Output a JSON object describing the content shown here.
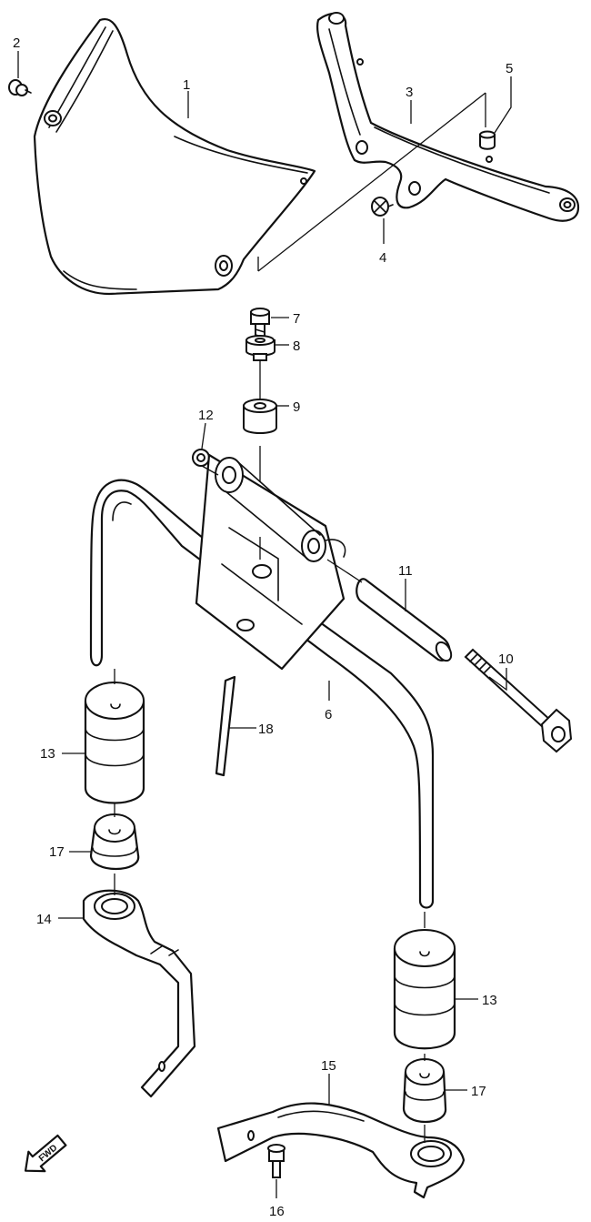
{
  "diagram": {
    "callouts": {
      "c1": "1",
      "c2": "2",
      "c3": "3",
      "c4": "4",
      "c5": "5",
      "c6": "6",
      "c7": "7",
      "c8": "8",
      "c9": "9",
      "c10": "10",
      "c11": "11",
      "c12": "12",
      "c13a": "13",
      "c13b": "13",
      "c14": "14",
      "c15": "15",
      "c16": "16",
      "c17a": "17",
      "c17b": "17",
      "c18": "18"
    },
    "fwd_label": "FWD",
    "icons": {
      "fwd": "fwd-arrow-icon"
    }
  }
}
